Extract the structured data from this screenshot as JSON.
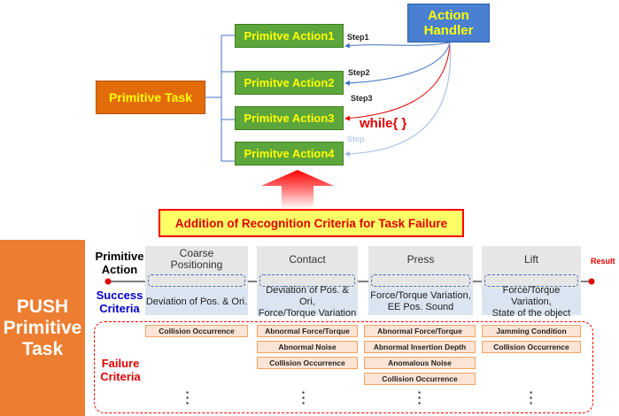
{
  "action_handler": {
    "line1": "Action",
    "line2": "Handler"
  },
  "primitive_task_label": "Primitive Task",
  "primitive_actions": [
    "Primitve Action1",
    "Primitve Action2",
    "Primitve Action3",
    "Primitve Action4"
  ],
  "steps": [
    "Step1",
    "Step2",
    "Step3",
    "Step"
  ],
  "while_label": "while{ }",
  "addition_banner": "Addition of Recognition Criteria for Task Failure",
  "push_task": {
    "line1": "PUSH",
    "line2": "Primitive",
    "line3": "Task"
  },
  "row_labels": {
    "primitive_action": {
      "line1": "Primitive",
      "line2": "Action"
    },
    "success_criteria": {
      "line1": "Success",
      "line2": "Criteria"
    },
    "failure_criteria": {
      "line1": "Failure",
      "line2": "Criteria"
    }
  },
  "result_label": "Result",
  "phases": [
    {
      "name_line1": "Coarse",
      "name_line2": "Positioning",
      "success_line1": "Deviation of Pos. & Ori.",
      "success_line2": "",
      "failures": [
        "Collision Occurrence"
      ]
    },
    {
      "name_line1": "Contact",
      "name_line2": "",
      "success_line1": "Deviation of Pos. & Ori,",
      "success_line2": "Force/Torque Variation",
      "failures": [
        "Abnormal Force/Torque",
        "Abnormal Noise",
        "Collision Occurrence"
      ]
    },
    {
      "name_line1": "Press",
      "name_line2": "",
      "success_line1": "Force/Torque Variation,",
      "success_line2": "EE Pos. Sound",
      "failures": [
        "Abnormal Force/Torque",
        "Abnormal Insertion Depth",
        "Anomalous Noise",
        "Collision Occurrence"
      ]
    },
    {
      "name_line1": "Lift",
      "name_line2": "",
      "success_line1": "Force/Torque Variation,",
      "success_line2": "State of the object",
      "failures": [
        "Jamming Condition",
        "Collision Occurrence"
      ]
    }
  ],
  "colors": {
    "handler_fill": "#4a7fd2",
    "primitive_fill": "#5da63b",
    "label_text": "#ffff00",
    "task_fill": "#e36c0a",
    "push_fill": "#ed7d31",
    "failure_red": "#ff0000",
    "success_blue": "#0000cc"
  }
}
